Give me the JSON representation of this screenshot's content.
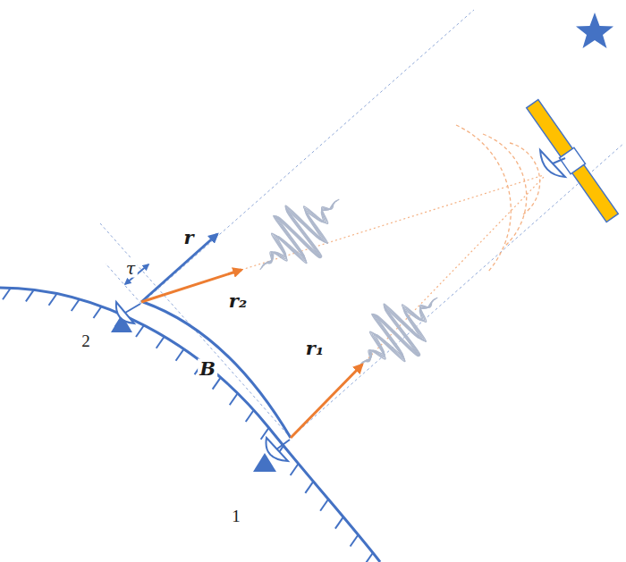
{
  "diagram": {
    "labels": [
      "r",
      "τ",
      "r₂",
      "2",
      "B",
      "r₁",
      "1"
    ]
  }
}
